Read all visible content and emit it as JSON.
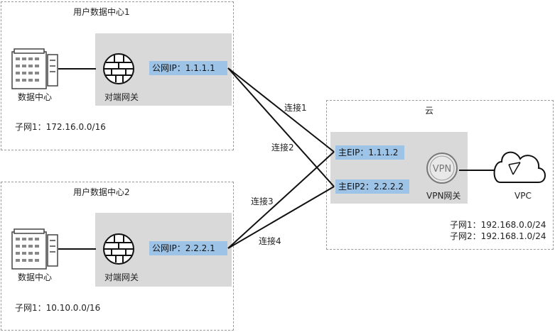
{
  "dc1": {
    "title": "用户数据中心1",
    "datacenter_label": "数据中心",
    "gateway_label": "对端网关",
    "ip_label": "公网IP：1.1.1.1",
    "subnet": "子网1：172.16.0.0/16"
  },
  "dc2": {
    "title": "用户数据中心2",
    "datacenter_label": "数据中心",
    "gateway_label": "对端网关",
    "ip_label": "公网IP：2.2.2.1",
    "subnet": "子网1：10.10.0.0/16"
  },
  "cloud": {
    "title": "云",
    "eip1": "主EIP：1.1.1.2",
    "eip2": "主EIP2：2.2.2.2",
    "vpn_gateway_label": "VPN网关",
    "vpn_icon_text": "VPN",
    "vpc_label": "VPC",
    "subnet1": "子网1：192.168.0.0/24",
    "subnet2": "子网2：192.168.1.0/24"
  },
  "connections": [
    "连接1",
    "连接2",
    "连接3",
    "连接4"
  ]
}
